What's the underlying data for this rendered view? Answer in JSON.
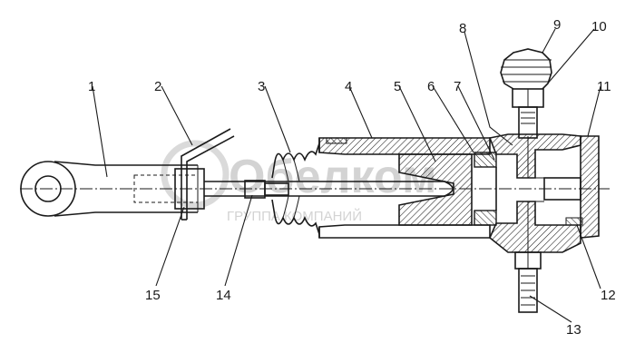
{
  "callouts": [
    "1",
    "2",
    "3",
    "4",
    "5",
    "6",
    "7",
    "8",
    "9",
    "10",
    "11",
    "12",
    "13",
    "14",
    "15"
  ],
  "watermark": {
    "logo_text": "Обелком",
    "subtitle": "ГРУППА КОМПАНИЙ"
  },
  "colors": {
    "line": "#1a1a1a",
    "hatch": "#1a1a1a",
    "watermark": "#cfcfcf",
    "background": "#ffffff"
  }
}
